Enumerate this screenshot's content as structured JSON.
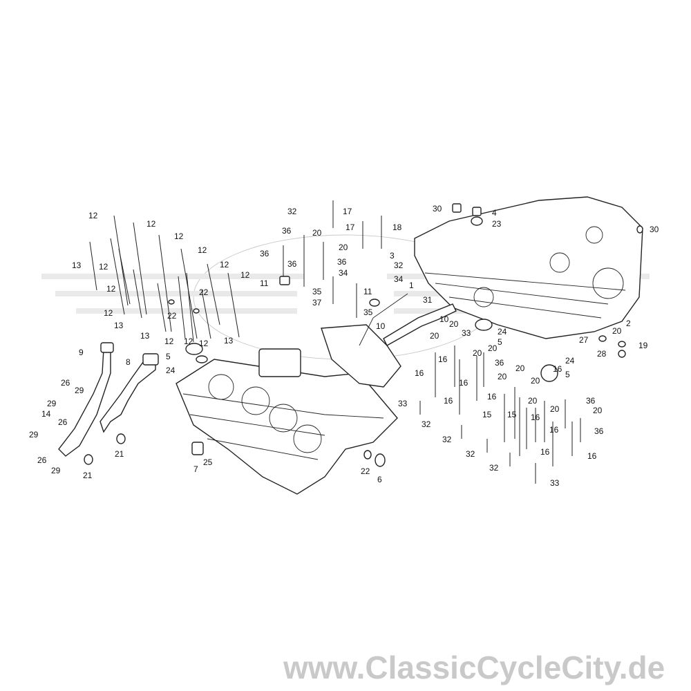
{
  "watermark": "www.ClassicCycleCity.de",
  "callouts": [
    "12",
    "12",
    "12",
    "12",
    "12",
    "12",
    "12",
    "12",
    "13",
    "12",
    "12",
    "13",
    "13",
    "12",
    "12",
    "13",
    "22",
    "22",
    "5",
    "24",
    "9",
    "8",
    "26",
    "29",
    "29",
    "26",
    "14",
    "29",
    "26",
    "29",
    "21",
    "21",
    "7",
    "25",
    "32",
    "17",
    "30",
    "4",
    "23",
    "36",
    "20",
    "17",
    "18",
    "36",
    "36",
    "20",
    "36",
    "3",
    "32",
    "11",
    "34",
    "34",
    "35",
    "37",
    "11",
    "35",
    "1",
    "10",
    "31",
    "10",
    "30",
    "20",
    "33",
    "24",
    "5",
    "20",
    "2",
    "27",
    "20",
    "19",
    "28",
    "16",
    "16",
    "20",
    "20",
    "36",
    "16",
    "16",
    "33",
    "20",
    "20",
    "16",
    "20",
    "15",
    "15",
    "16",
    "20",
    "20",
    "36",
    "32",
    "16",
    "20",
    "32",
    "16",
    "36",
    "32",
    "16",
    "16",
    "32",
    "33",
    "22",
    "6",
    "24",
    "5"
  ]
}
